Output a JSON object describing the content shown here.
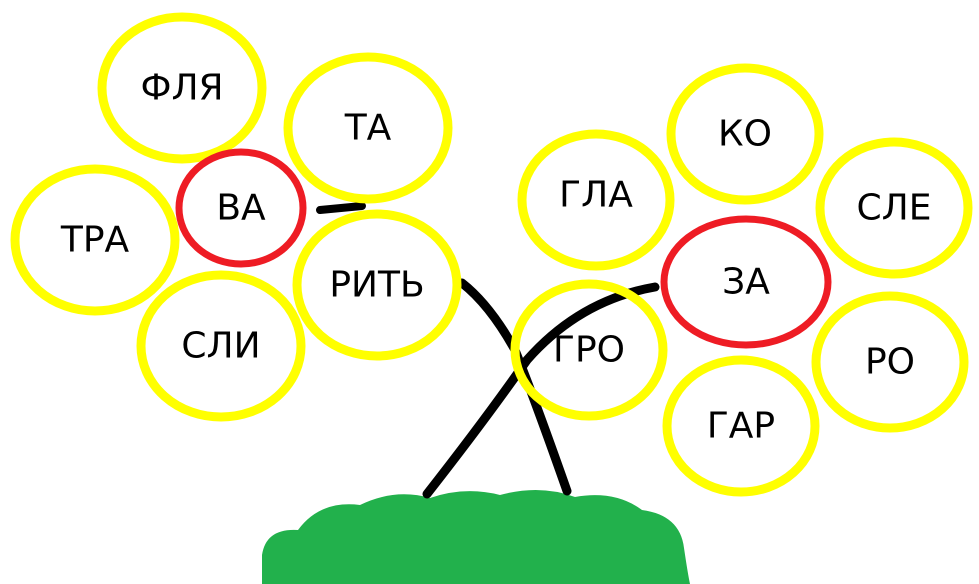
{
  "colors": {
    "petal_outline": "#ffff00",
    "center_outline": "#ee1c24",
    "stem": "#000000",
    "grass": "#22b14c",
    "background": "#ffffff"
  },
  "left_flower": {
    "center": "ВА",
    "petals": [
      "ФЛЯ",
      "ТА",
      "ТРА",
      "РИТЬ",
      "СЛИ"
    ]
  },
  "right_flower": {
    "center": "ЗА",
    "petals": [
      "КО",
      "ГЛА",
      "СЛЕ",
      "ГРО",
      "РО",
      "ГАР"
    ]
  }
}
